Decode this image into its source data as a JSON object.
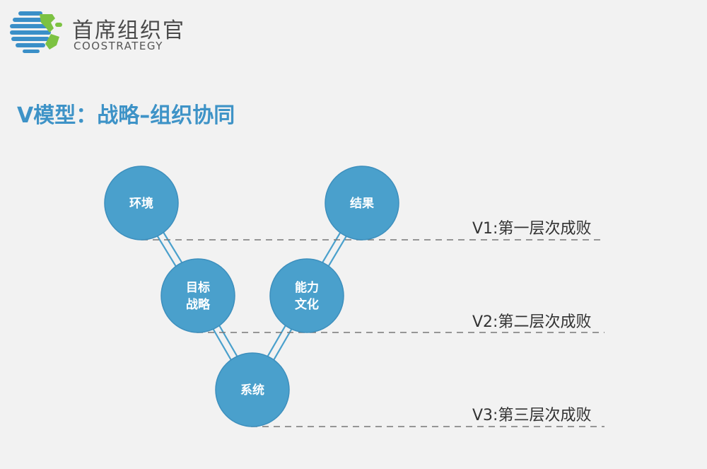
{
  "brand": {
    "name_cn": "首席组织官",
    "name_en": "COOSTRATEGY",
    "colors": {
      "blue": "#3a8fc8",
      "green": "#7cc242"
    }
  },
  "title": "V模型：战略–组织协同",
  "colors": {
    "node": "#4aa0cc",
    "node_stroke": "#3d8fbd",
    "title": "#3e93c7",
    "dashed_line": "#777777"
  },
  "nodes": [
    {
      "id": "env",
      "lines": [
        "环境"
      ]
    },
    {
      "id": "goal",
      "lines": [
        "目标",
        "战略"
      ]
    },
    {
      "id": "system",
      "lines": [
        "系统"
      ]
    },
    {
      "id": "ability",
      "lines": [
        "能力",
        "文化"
      ]
    },
    {
      "id": "result",
      "lines": [
        "结果"
      ]
    }
  ],
  "levels": [
    {
      "id": "v1",
      "label": "V1:第一层次成败"
    },
    {
      "id": "v2",
      "label": "V2:第二层次成败"
    },
    {
      "id": "v3",
      "label": "V3:第三层次成败"
    }
  ]
}
